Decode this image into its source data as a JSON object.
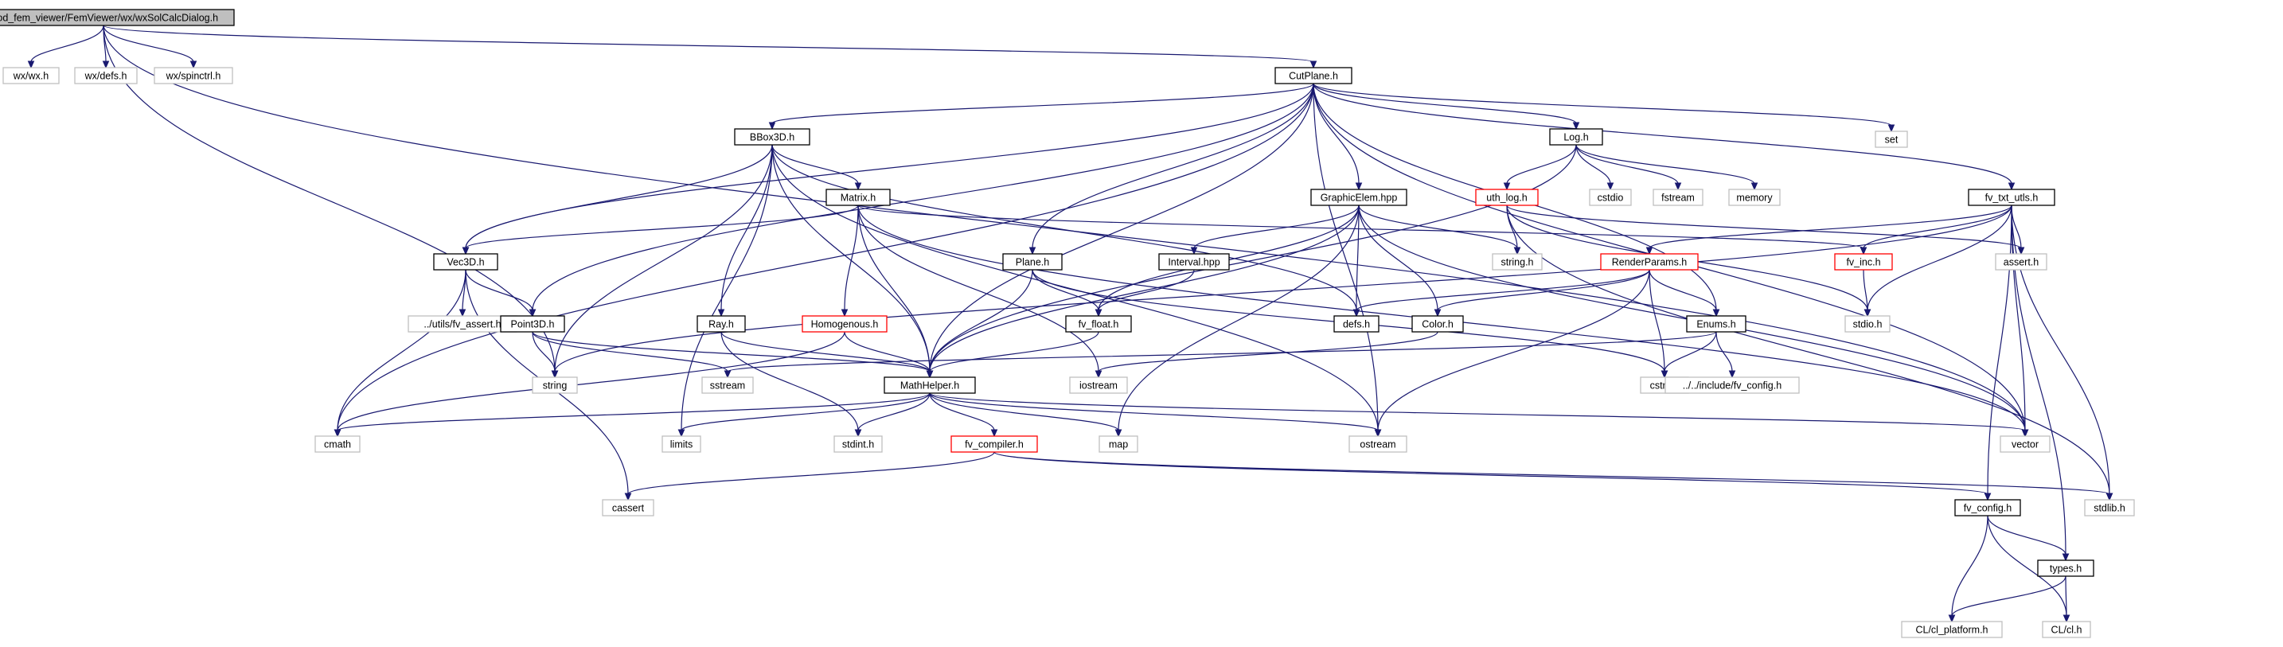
{
  "colors": {
    "edge": "#191970",
    "root_fill": "#bfbfbf",
    "internal_border": "#000000",
    "external_border": "#bfbfbf",
    "truncated_border": "#ff0000"
  },
  "nodes": [
    {
      "id": "root",
      "label": "mod_fem_viewer/FemViewer/wx/wxSolCalcDialog.h",
      "kind": "root"
    },
    {
      "id": "wxwx",
      "label": "wx/wx.h",
      "kind": "external"
    },
    {
      "id": "wxdefs",
      "label": "wx/defs.h",
      "kind": "external"
    },
    {
      "id": "wxspin",
      "label": "wx/spinctrl.h",
      "kind": "external"
    },
    {
      "id": "cutplane",
      "label": "CutPlane.h",
      "kind": "internal"
    },
    {
      "id": "set",
      "label": "set",
      "kind": "external"
    },
    {
      "id": "bbox",
      "label": "BBox3D.h",
      "kind": "internal"
    },
    {
      "id": "log",
      "label": "Log.h",
      "kind": "internal"
    },
    {
      "id": "matrix",
      "label": "Matrix.h",
      "kind": "internal"
    },
    {
      "id": "graphic",
      "label": "GraphicElem.hpp",
      "kind": "internal"
    },
    {
      "id": "uthlog",
      "label": "uth_log.h",
      "kind": "truncated"
    },
    {
      "id": "cstdio",
      "label": "cstdio",
      "kind": "external"
    },
    {
      "id": "fstream",
      "label": "fstream",
      "kind": "external"
    },
    {
      "id": "memory",
      "label": "memory",
      "kind": "external"
    },
    {
      "id": "fvtxt",
      "label": "fv_txt_utls.h",
      "kind": "internal"
    },
    {
      "id": "vec3d",
      "label": "Vec3D.h",
      "kind": "internal"
    },
    {
      "id": "plane",
      "label": "Plane.h",
      "kind": "internal"
    },
    {
      "id": "interval",
      "label": "Interval.hpp",
      "kind": "internal"
    },
    {
      "id": "stringh",
      "label": "string.h",
      "kind": "external"
    },
    {
      "id": "render",
      "label": "RenderParams.h",
      "kind": "truncated"
    },
    {
      "id": "fvinc",
      "label": "fv_inc.h",
      "kind": "truncated"
    },
    {
      "id": "asserth",
      "label": "assert.h",
      "kind": "external"
    },
    {
      "id": "fvassert",
      "label": "../utils/fv_assert.h",
      "kind": "external"
    },
    {
      "id": "point3d",
      "label": "Point3D.h",
      "kind": "internal"
    },
    {
      "id": "ray",
      "label": "Ray.h",
      "kind": "internal"
    },
    {
      "id": "homog",
      "label": "Homogenous.h",
      "kind": "truncated"
    },
    {
      "id": "fvfloat",
      "label": "fv_float.h",
      "kind": "internal"
    },
    {
      "id": "defsh",
      "label": "defs.h",
      "kind": "internal"
    },
    {
      "id": "colorh",
      "label": "Color.h",
      "kind": "internal"
    },
    {
      "id": "enums",
      "label": "Enums.h",
      "kind": "internal"
    },
    {
      "id": "stdioh",
      "label": "stdio.h",
      "kind": "external"
    },
    {
      "id": "string",
      "label": "string",
      "kind": "external"
    },
    {
      "id": "sstream",
      "label": "sstream",
      "kind": "external"
    },
    {
      "id": "mathhelper",
      "label": "MathHelper.h",
      "kind": "internal"
    },
    {
      "id": "iostream",
      "label": "iostream",
      "kind": "external"
    },
    {
      "id": "cstring",
      "label": "cstring",
      "kind": "external"
    },
    {
      "id": "fvconfigpath",
      "label": "../../include/fv_config.h",
      "kind": "external"
    },
    {
      "id": "cmath",
      "label": "cmath",
      "kind": "external"
    },
    {
      "id": "limits",
      "label": "limits",
      "kind": "external"
    },
    {
      "id": "stdint",
      "label": "stdint.h",
      "kind": "external"
    },
    {
      "id": "fvcompiler",
      "label": "fv_compiler.h",
      "kind": "truncated"
    },
    {
      "id": "map",
      "label": "map",
      "kind": "external"
    },
    {
      "id": "ostream",
      "label": "ostream",
      "kind": "external"
    },
    {
      "id": "vector",
      "label": "vector",
      "kind": "external"
    },
    {
      "id": "cassert",
      "label": "cassert",
      "kind": "external"
    },
    {
      "id": "fvconfig",
      "label": "fv_config.h",
      "kind": "internal"
    },
    {
      "id": "stdlib",
      "label": "stdlib.h",
      "kind": "external"
    },
    {
      "id": "types",
      "label": "types.h",
      "kind": "internal"
    },
    {
      "id": "clplat",
      "label": "CL/cl_platform.h",
      "kind": "external"
    },
    {
      "id": "clh",
      "label": "CL/cl.h",
      "kind": "external"
    }
  ],
  "edges": [
    [
      "root",
      "wxwx"
    ],
    [
      "root",
      "wxdefs"
    ],
    [
      "root",
      "wxspin"
    ],
    [
      "root",
      "cutplane"
    ],
    [
      "root",
      "string"
    ],
    [
      "root",
      "vector"
    ],
    [
      "cutplane",
      "set"
    ],
    [
      "cutplane",
      "bbox"
    ],
    [
      "cutplane",
      "log"
    ],
    [
      "cutplane",
      "graphic"
    ],
    [
      "cutplane",
      "fvtxt"
    ],
    [
      "cutplane",
      "vec3d"
    ],
    [
      "cutplane",
      "point3d"
    ],
    [
      "cutplane",
      "plane"
    ],
    [
      "cutplane",
      "mathhelper"
    ],
    [
      "cutplane",
      "enums"
    ],
    [
      "cutplane",
      "cmath"
    ],
    [
      "cutplane",
      "ostream"
    ],
    [
      "cutplane",
      "vector"
    ],
    [
      "bbox",
      "matrix"
    ],
    [
      "bbox",
      "vec3d"
    ],
    [
      "bbox",
      "ray"
    ],
    [
      "bbox",
      "mathhelper"
    ],
    [
      "bbox",
      "string"
    ],
    [
      "bbox",
      "limits"
    ],
    [
      "bbox",
      "ostream"
    ],
    [
      "bbox",
      "defsh"
    ],
    [
      "log",
      "uthlog"
    ],
    [
      "log",
      "cstdio"
    ],
    [
      "log",
      "fstream"
    ],
    [
      "log",
      "memory"
    ],
    [
      "log",
      "mathhelper"
    ],
    [
      "matrix",
      "vec3d"
    ],
    [
      "matrix",
      "homog"
    ],
    [
      "matrix",
      "mathhelper"
    ],
    [
      "matrix",
      "iostream"
    ],
    [
      "matrix",
      "fvinc"
    ],
    [
      "matrix",
      "vector"
    ],
    [
      "graphic",
      "interval"
    ],
    [
      "graphic",
      "fvfloat"
    ],
    [
      "graphic",
      "stringh"
    ],
    [
      "graphic",
      "defsh"
    ],
    [
      "graphic",
      "colorh"
    ],
    [
      "graphic",
      "mathhelper"
    ],
    [
      "graphic",
      "map"
    ],
    [
      "graphic",
      "vector"
    ],
    [
      "uthlog",
      "stringh"
    ],
    [
      "uthlog",
      "stdioh"
    ],
    [
      "uthlog",
      "stdlib"
    ],
    [
      "uthlog",
      "asserth"
    ],
    [
      "fvtxt",
      "render"
    ],
    [
      "fvtxt",
      "fvinc"
    ],
    [
      "fvtxt",
      "asserth"
    ],
    [
      "fvtxt",
      "stdioh"
    ],
    [
      "fvtxt",
      "vector"
    ],
    [
      "fvtxt",
      "string"
    ],
    [
      "fvtxt",
      "fvconfig"
    ],
    [
      "fvtxt",
      "stdlib"
    ],
    [
      "fvtxt",
      "types"
    ],
    [
      "vec3d",
      "fvassert"
    ],
    [
      "vec3d",
      "point3d"
    ],
    [
      "vec3d",
      "cmath"
    ],
    [
      "vec3d",
      "cassert"
    ],
    [
      "plane",
      "fvfloat"
    ],
    [
      "plane",
      "mathhelper"
    ],
    [
      "plane",
      "cstring"
    ],
    [
      "interval",
      "fvfloat"
    ],
    [
      "render",
      "defsh"
    ],
    [
      "render",
      "colorh"
    ],
    [
      "render",
      "enums"
    ],
    [
      "render",
      "cstring"
    ],
    [
      "render",
      "ostream"
    ],
    [
      "fvinc",
      "stdioh"
    ],
    [
      "point3d",
      "string"
    ],
    [
      "point3d",
      "sstream"
    ],
    [
      "point3d",
      "mathhelper"
    ],
    [
      "ray",
      "mathhelper"
    ],
    [
      "ray",
      "stdint"
    ],
    [
      "homog",
      "mathhelper"
    ],
    [
      "homog",
      "cmath"
    ],
    [
      "fvfloat",
      "mathhelper"
    ],
    [
      "colorh",
      "iostream"
    ],
    [
      "enums",
      "cstring"
    ],
    [
      "enums",
      "fvconfigpath"
    ],
    [
      "enums",
      "sstream"
    ],
    [
      "mathhelper",
      "cmath"
    ],
    [
      "mathhelper",
      "limits"
    ],
    [
      "mathhelper",
      "stdint"
    ],
    [
      "mathhelper",
      "fvcompiler"
    ],
    [
      "mathhelper",
      "map"
    ],
    [
      "mathhelper",
      "ostream"
    ],
    [
      "mathhelper",
      "vector"
    ],
    [
      "fvcompiler",
      "cassert"
    ],
    [
      "fvcompiler",
      "fvconfig"
    ],
    [
      "fvcompiler",
      "stdlib"
    ],
    [
      "fvconfig",
      "types"
    ],
    [
      "fvconfig",
      "clplat"
    ],
    [
      "fvconfig",
      "clh"
    ],
    [
      "types",
      "clplat"
    ],
    [
      "types",
      "clh"
    ]
  ]
}
